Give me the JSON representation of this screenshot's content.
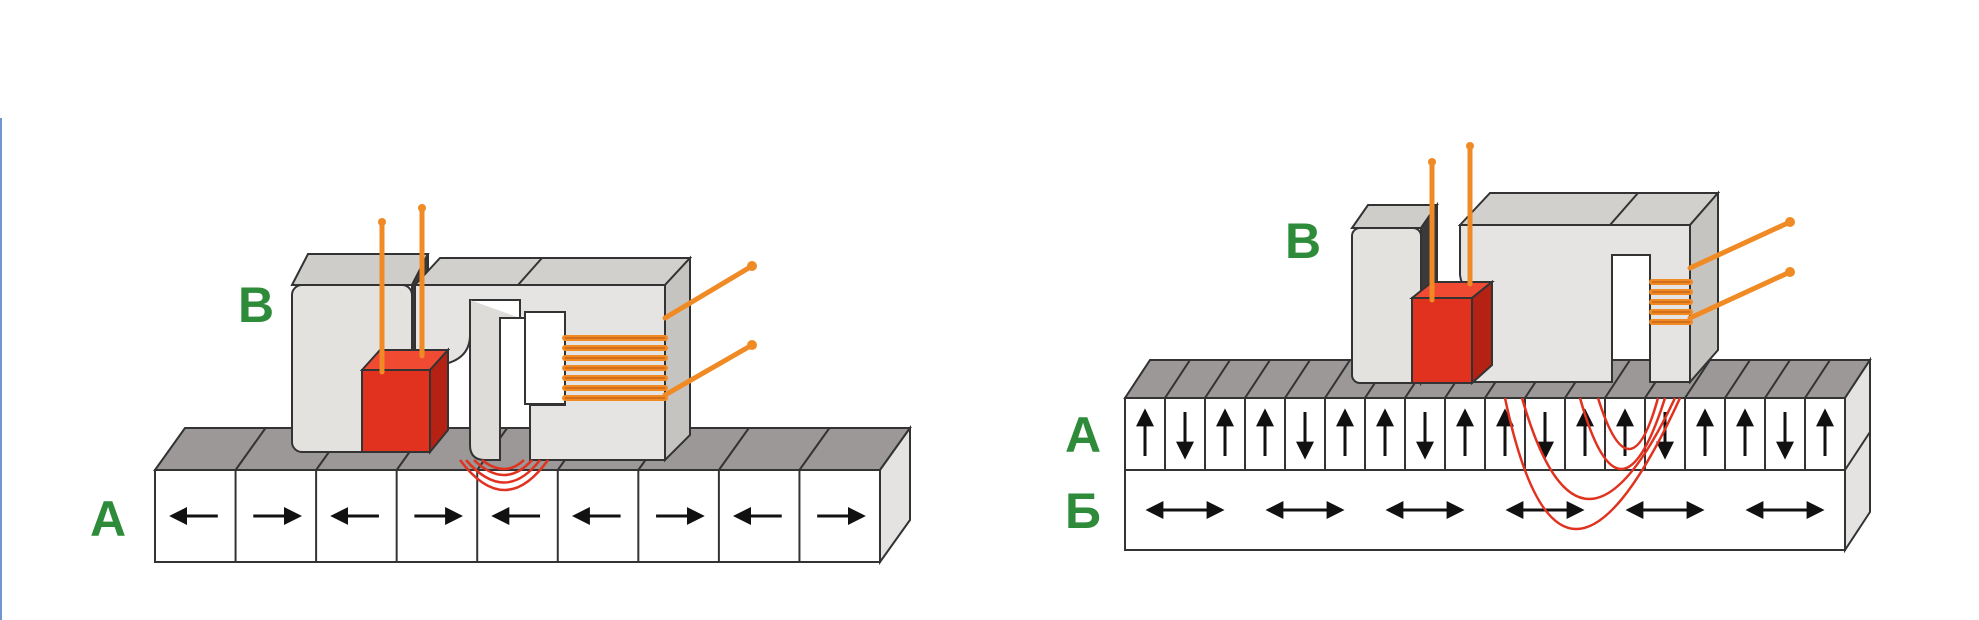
{
  "colors": {
    "label_green": "#2e8b3a",
    "head_red": "#e0321e",
    "coil_orange": "#f08a24",
    "field_red": "#e0321e",
    "medium_face": "#ffffff",
    "medium_top": "#9b9897",
    "medium_side": "#e4e3e1",
    "core_face": "#e6e4e2",
    "core_top": "#c8c6c3",
    "arrow": "#111111"
  },
  "left_diagram": {
    "label_a": "А",
    "label_b": "В",
    "domain_directions": [
      "left",
      "right",
      "left",
      "right",
      "left",
      "left",
      "right",
      "left",
      "right"
    ]
  },
  "right_diagram": {
    "label_a": "А",
    "label_b_under": "Б",
    "label_b": "В",
    "domain_directions": [
      "up",
      "down",
      "up",
      "up",
      "down",
      "up",
      "up",
      "down",
      "up",
      "up",
      "down",
      "up",
      "up",
      "down",
      "up",
      "up",
      "down",
      "up"
    ],
    "underlayer_arrow_count": 6
  }
}
